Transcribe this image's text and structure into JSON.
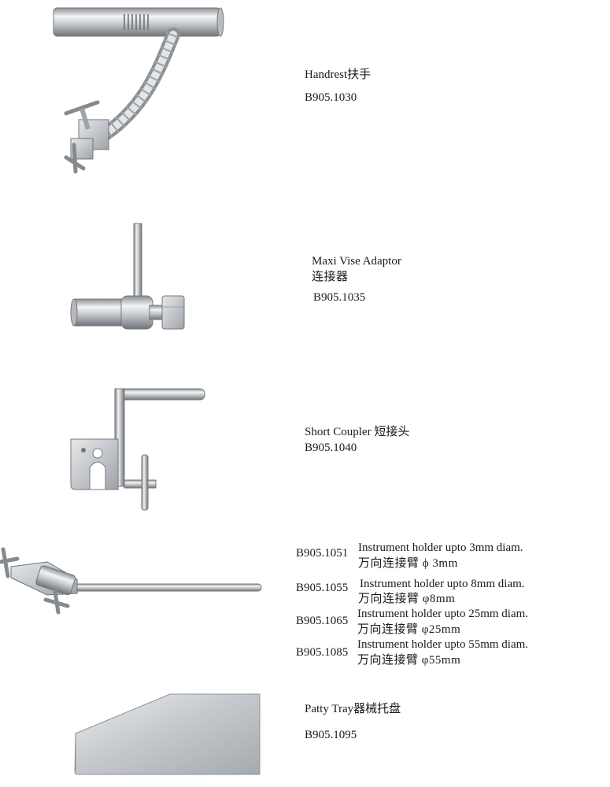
{
  "products": [
    {
      "name": "Handrest扶手",
      "code": "B905.1030"
    },
    {
      "name": "Maxi Vise Adaptor",
      "name_cn": "连接器",
      "code": "B905.1035"
    },
    {
      "name": "Short Coupler 短接头",
      "code": "B905.1040"
    },
    {
      "name": "Patty Tray器械托盘",
      "code": "B905.1095"
    }
  ],
  "instrument_holders": [
    {
      "code": "B905.1051",
      "desc": "Instrument holder upto 3mm diam.",
      "desc_cn": "万向连接臂 ϕ 3mm"
    },
    {
      "code": "B905.1055",
      "desc": "Instrument holder upto 8mm diam.",
      "desc_cn": "万向连接臂 φ8mm"
    },
    {
      "code": "B905.1065",
      "desc": "Instrument holder upto 25mm diam.",
      "desc_cn": "万向连接臂 φ25mm"
    },
    {
      "code": "B905.1085",
      "desc": "Instrument holder upto 55mm diam.",
      "desc_cn": "万向连接臂 φ55mm"
    }
  ]
}
